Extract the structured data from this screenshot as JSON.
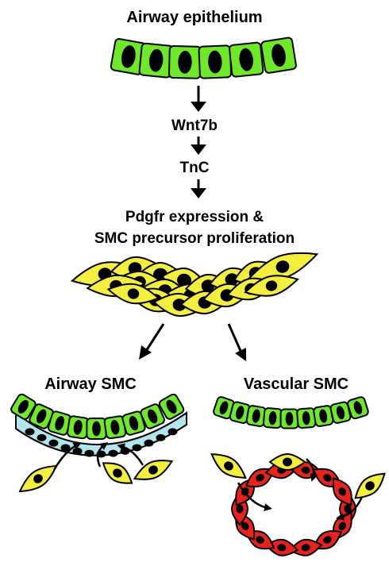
{
  "labels": {
    "epithelium": "Airway epithelium",
    "wnt": "Wnt7b",
    "tnc": "TnC",
    "pdgfr_line1": "Pdgfr expression &",
    "pdgfr_line2": "SMC precursor proliferation",
    "airway_smc": "Airway SMC",
    "vascular_smc": "Vascular SMC"
  },
  "colors": {
    "epithelial_cell": "#6fe82b",
    "precursor_cell": "#f4ef3f",
    "airway_smc_layer": "#b2e6ee",
    "vascular_smc": "#e8231e",
    "nucleus": "#000000",
    "outline": "#000000"
  },
  "icons": [
    "arrow-down-icon",
    "arrow-diagonal-icon",
    "curved-arrow-icon"
  ]
}
